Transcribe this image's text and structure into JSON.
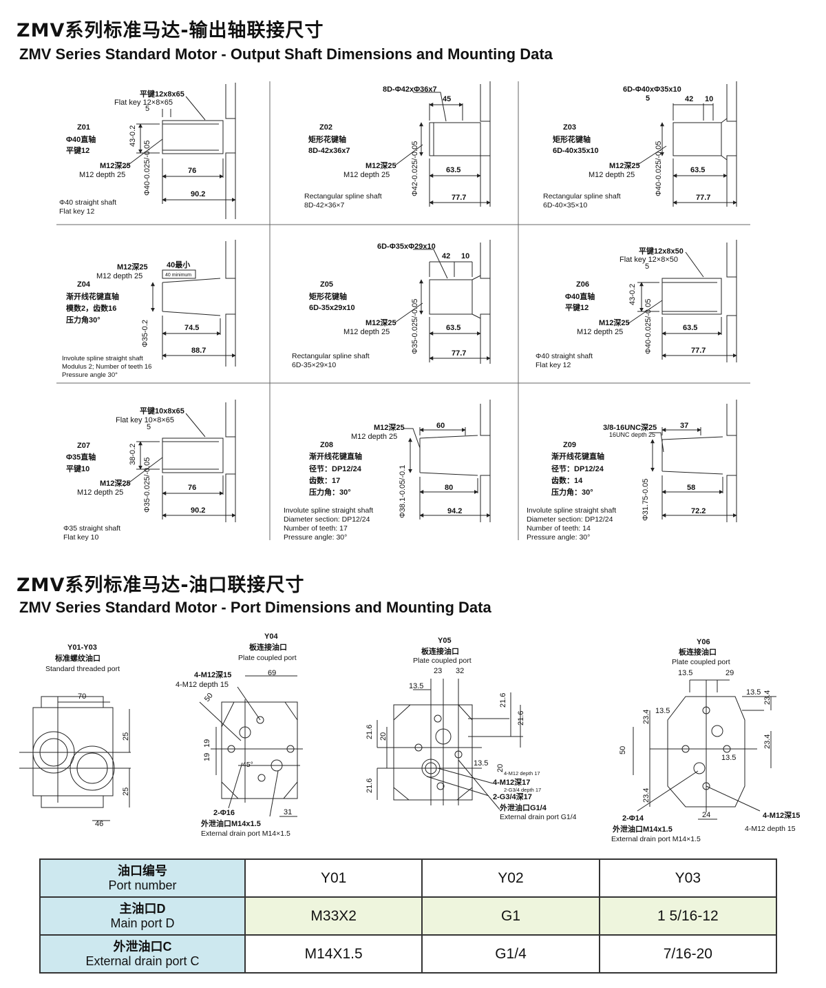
{
  "section1": {
    "title_cn": "ZMV系列标准马达-输出轴联接尺寸",
    "title_en": "ZMV Series Standard Motor - Output Shaft Dimensions and Mounting Data"
  },
  "section2": {
    "title_cn": "ZMV系列标准马达-油口联接尺寸",
    "title_en": "ZMV Series Standard Motor - Port Dimensions and Mounting Data"
  },
  "shafts": {
    "z01": {
      "code": "Z01",
      "n1": "Φ40直轴",
      "n2": "平键12",
      "key_cn": "平键12x8x65",
      "key_en": "Flat key 12×8×65",
      "thread_cn": "M12深25",
      "thread_en": "M12 depth 25",
      "dim_a": "5",
      "dim_h": "43-0.2",
      "dim_d": "Φ40-0.025/-0.05",
      "dim_in": "76",
      "dim_out": "90.2",
      "cap1": "Φ40 straight shaft",
      "cap2": "Flat key 12"
    },
    "z02": {
      "code": "Z02",
      "n1": "矩形花键轴",
      "n2": "8D-42x36x7",
      "spec": "8D-Φ42xΦ36x7",
      "dim_top": "45",
      "thread_cn": "M12深25",
      "thread_en": "M12 depth 25",
      "dim_d": "Φ42-0.025/-0.05",
      "dim_in": "63.5",
      "dim_out": "77.7",
      "cap1": "Rectangular spline shaft",
      "cap2": "8D-42×36×7"
    },
    "z03": {
      "code": "Z03",
      "n1": "矩形花键轴",
      "n2": "6D-40x35x10",
      "spec": "6D-Φ40xΦ35x10",
      "dim_a": "5",
      "dim_b": "42",
      "dim_c": "10",
      "thread_cn": "M12深25",
      "thread_en": "M12 depth 25",
      "dim_d": "Φ40-0.025/-0.05",
      "dim_in": "63.5",
      "dim_out": "77.7",
      "cap1": "Rectangular spline shaft",
      "cap2": "6D-40×35×10"
    },
    "z04": {
      "code": "Z04",
      "n1": "渐开线花键直轴",
      "n2": "模数2，齿数16",
      "n3": "压力角30°",
      "thread_cn": "M12深25",
      "thread_en": "M12 depth 25",
      "min_cn": "40最小",
      "min_en": "40 minimum",
      "dim_d": "Φ35-0.2",
      "dim_in": "74.5",
      "dim_out": "88.7",
      "cap1": "Involute spline straight shaft",
      "cap2": "Modulus 2; Number of teeth 16",
      "cap3": "Pressure angle 30°"
    },
    "z05": {
      "code": "Z05",
      "n1": "矩形花键轴",
      "n2": "6D-35x29x10",
      "spec": "6D-Φ35xΦ29x10",
      "dim_b": "42",
      "dim_c": "10",
      "thread_cn": "M12深25",
      "thread_en": "M12 depth 25",
      "dim_d": "Φ35-0.025/-0.05",
      "dim_in": "63.5",
      "dim_out": "77.7",
      "cap1": "Rectangular spline shaft",
      "cap2": "6D-35×29×10"
    },
    "z06": {
      "code": "Z06",
      "n1": "Φ40直轴",
      "n2": "平键12",
      "key_cn": "平键12x8x50",
      "key_en": "Flat key 12×8×50",
      "dim_a": "5",
      "thread_cn": "M12深25",
      "thread_en": "M12 depth 25",
      "dim_h": "43-0.2",
      "dim_d": "Φ40-0.025/-0.05",
      "dim_in": "63.5",
      "dim_out": "77.7",
      "cap1": "Φ40 straight shaft",
      "cap2": "Flat key 12"
    },
    "z07": {
      "code": "Z07",
      "n1": "Φ35直轴",
      "n2": "平键10",
      "key_cn": "平键10x8x65",
      "key_en": "Flat key 10×8×65",
      "dim_a": "5",
      "thread_cn": "M12深25",
      "thread_en": "M12 depth 25",
      "dim_h": "38-0.2",
      "dim_d": "Φ35-0.025/-0.05",
      "dim_in": "76",
      "dim_out": "90.2",
      "cap1": "Φ35 straight shaft",
      "cap2": "Flat key 10"
    },
    "z08": {
      "code": "Z08",
      "n1": "渐开线花键直轴",
      "n2": "径节：DP12/24",
      "n3": "齿数：17",
      "n4": "压力角：30°",
      "thread_cn": "M12深25",
      "thread_en": "M12 depth 25",
      "dim_top": "60",
      "dim_d": "Φ38.1-0.05/-0.1",
      "dim_in": "80",
      "dim_out": "94.2",
      "cap1": "Involute spline straight shaft",
      "cap2": "Diameter section: DP12/24",
      "cap3": "Number of teeth: 17",
      "cap4": "Pressure angle: 30°"
    },
    "z09": {
      "code": "Z09",
      "n1": "渐开线花键直轴",
      "n2": "径节：DP12/24",
      "n3": "齿数：14",
      "n4": "压力角：30°",
      "thread_cn": "3/8-16UNC深25",
      "thread_en": "16UNC depth 25",
      "dim_top": "37",
      "dim_d": "Φ31.75-0.05",
      "dim_in": "58",
      "dim_out": "72.2",
      "cap1": "Involute spline straight shaft",
      "cap2": "Diameter section: DP12/24",
      "cap3": "Number of teeth: 14",
      "cap4": "Pressure angle: 30°"
    }
  },
  "ports": {
    "y01": {
      "code": "Y01-Y03",
      "name_cn": "标准螺纹油口",
      "name_en": "Standard threaded port",
      "d_top": "70",
      "d_r1": "25",
      "d_r2": "25",
      "d_bot": "46"
    },
    "y04": {
      "code": "Y04",
      "name_cn": "板连接油口",
      "name_en": "Plate coupled port",
      "d_top": "69",
      "d_diag": "50",
      "d_l1": "19",
      "d_l2": "19",
      "d_ang": "45°",
      "d_bot": "31",
      "h1_cn": "4-M12深15",
      "h1_en": "4-M12 depth 15",
      "h2": "2-Φ16",
      "drain_cn": "外泄油口M14x1.5",
      "drain_en": "External drain port M14×1.5"
    },
    "y05": {
      "code": "Y05",
      "name_cn": "板连接油口",
      "name_en": "Plate coupled port",
      "d_t1": "23",
      "d_t2": "32",
      "d_l": "13.5",
      "d_r1": "21.6",
      "d_r2": "21.6",
      "d_lv1": "21.6",
      "d_lv2": "20",
      "d_lv3": "21.6",
      "d_r3": "13.5",
      "d_r4": "20",
      "h1_small": "4-M12 depth 17",
      "h1_cn": "4-M12深17",
      "h2_small": "2-G3/4 depth 17",
      "h2_cn": "2-G3/4深17",
      "drain_cn": "外泄油口G1/4",
      "drain_en": "External drain port G1/4"
    },
    "y06": {
      "code": "Y06",
      "name_cn": "板连接油口",
      "name_en": "Plate coupled port",
      "d_t1": "13.5",
      "d_t2": "29",
      "d_r1": "13.5",
      "d_r2": "23.4",
      "d_r3": "23.4",
      "d_r4": "13.5",
      "d_l1": "13.5",
      "d_l2": "23.4",
      "d_lv": "50",
      "d_l3": "23.4",
      "d_bot": "24",
      "h2": "2-Φ14",
      "drain_cn": "外泄油口M14x1.5",
      "drain_en": "External drain port M14×1.5",
      "h1_cn": "4-M12深15",
      "h1_en": "4-M12 depth 15"
    }
  },
  "table": {
    "row1": {
      "h_cn": "油口编号",
      "h_en": "Port number",
      "c1": "Y01",
      "c2": "Y02",
      "c3": "Y03"
    },
    "row2": {
      "h_cn": "主油口D",
      "h_en": "Main port D",
      "c1": "M33X2",
      "c2": "G1",
      "c3": "1 5/16-12"
    },
    "row3": {
      "h_cn": "外泄油口C",
      "h_en": "External drain port C",
      "c1": "M14X1.5",
      "c2": "G1/4",
      "c3": "7/16-20"
    }
  },
  "colors": {
    "table_header": "#cde8ef",
    "table_highlight": "#eef5dd",
    "line": "#222222"
  }
}
